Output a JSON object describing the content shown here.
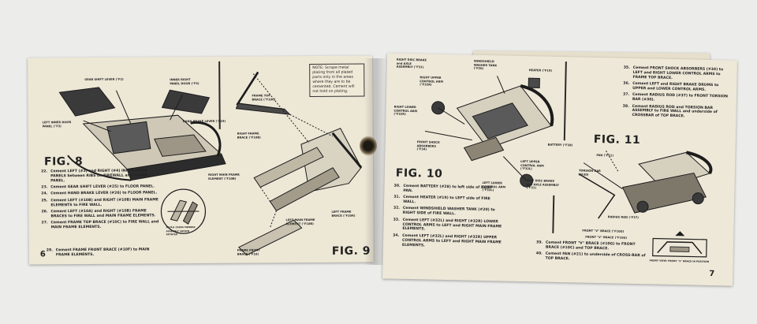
{
  "left_page": {
    "page_number": "6",
    "figures": {
      "fig8": "FIG. 8",
      "fig9": "FIG. 9"
    },
    "note": "NOTE: Scrape metal plating from all plated parts only in the areas where they are to be cemented. Cement will not hold on plating.",
    "callouts": {
      "gear_shift_lever": "GEAR SHIFT LEVER (°F2)",
      "inner_right_door": "INNER RIGHT PANEL DOOR (°F4)",
      "left_inner_door": "LEFT INNER DOOR PANEL (°F3)",
      "hand_brake": "HAND BRAKE LEVER (°F24)",
      "frame_top_brace": "FRAME TOP BRACE (°F10C)",
      "right_frame_brace": "RIGHT FRAME BRACE (°F10B)",
      "right_main_frame": "RIGHT MAIN FRAME ELEMENT (°F10B)",
      "left_main_frame": "LEFT MAIN FRAME ELEMENT (°F10B)",
      "left_frame_brace": "LEFT FRAME BRACE (°F10A)",
      "frame_front_brace": "FRAME FRONT BRACE (°F10)",
      "inset_caption": "DETAIL CROSS MEMBER ASSEMBLY SHOWN ROTATED"
    },
    "steps": [
      {
        "n": "22.",
        "t": "Cement LEFT (#3) and RIGHT (#4) INNER-DOOR PANELS between RIBS on FIREWALL and FLOOR PANEL."
      },
      {
        "n": "23.",
        "t": "Cement GEAR SHIFT LEVER (#25) to FLOOR PANEL."
      },
      {
        "n": "24.",
        "t": "Cement HAND BRAKE LEVER (#26) to FLOOR PANEL."
      },
      {
        "n": "25.",
        "t": "Cement LEFT (#10B) and RIGHT (#10B) MAIN FRAME ELEMENTS to FIRE WALL."
      },
      {
        "n": "26.",
        "t": "Cement LEFT (#10A) and RIGHT (#10B) FRAME BRACES to FIRE WALL and MAIN FRAME ELEMENTS."
      },
      {
        "n": "27.",
        "t": "Cement FRAME TOP BRACE (#10C) to FIRE WALL and MAIN FRAME ELEMENTS."
      }
    ],
    "step_28": {
      "n": "28.",
      "t": "Cement FRAME FRONT BRACE (#10F) to MAIN FRAME ELEMENTS."
    }
  },
  "right_page": {
    "page_number": "7",
    "figures": {
      "fig10": "FIG. 10",
      "fig11": "FIG. 11"
    },
    "callouts": {
      "right_disc": "RIGHT DISC BRAKE and AXLE ASSEMBLY (°F31)",
      "windshield_tank": "WINDSHIELD WASHER TANK (°F20)",
      "heater": "HEATER (°F19)",
      "right_upper_arm": "RIGHT UPPER CONTROL ARM (°F32R)",
      "right_lower_arm": "RIGHT LOWER CONTROL ARM (°F32R)",
      "front_shock": "FRONT SHOCK ABSORBERS (°F34)",
      "battery": "BATTERY (°F28)",
      "left_upper_arm": "LEFT UPPER CONTROL ARM (°F32L)",
      "left_lower_arm": "LEFT LOWER CONTROL ARM (°F32L)",
      "left_disc": "LEFT DISC BRAKE and AXLE ASSEMBLY (°F31)",
      "fan": "FAN (°F21)",
      "torsion_bar": "TORSION BAR (°F30)",
      "radius_rod": "RADIUS ROD (°F37)",
      "front_v_brace_a": "FRONT \"V\" BRACE (°F10G)",
      "front_v_brace_b": "FRONT \"V\" BRACE (°F10G)",
      "front_view": "FRONT VIEW: FRONT \"V\" BRACE IN POSITION"
    },
    "steps_left": [
      {
        "n": "30.",
        "t": "Cement BATTERY (#28) to left side of BODY PAN."
      },
      {
        "n": "31.",
        "t": "Cement HEATER (#19) to LEFT side of FIRE WALL."
      },
      {
        "n": "32.",
        "t": "Cement WINDSHIELD WASHER TANK (#20) to RIGHT SIDE of FIRE WALL."
      },
      {
        "n": "33.",
        "t": "Cement LEFT (#32L) and RIGHT (#32R) LOWER CONTROL ARMS to LEFT and RIGHT MAIN FRAME ELEMENTS."
      },
      {
        "n": "34.",
        "t": "Cement LEFT (#32L) and RIGHT (#32R) UPPER CONTROL ARMS to LEFT and RIGHT MAIN FRAME ELEMENTS."
      }
    ],
    "steps_right": [
      {
        "n": "35.",
        "t": "Cement FRONT SHOCK ABSORBERS (#34) to LEFT and RIGHT LOWER CONTROL ARMS to FRAME TOP BRACE."
      },
      {
        "n": "36.",
        "t": "Cement LEFT and RIGHT BRAKE DRUMS to UPPER and LOWER CONTROL ARMS."
      },
      {
        "n": "37.",
        "t": "Cement RADIUS ROD (#37) to FRONT TORSION BAR (#30)."
      },
      {
        "n": "38.",
        "t": "Cement RADIUS ROD and TORSION BAR ASSEMBLY to FIRE WALL and underside of CROSSBAR of TOP BRACE."
      }
    ],
    "steps_bottom": [
      {
        "n": "39.",
        "t": "Cement FRONT \"V\" BRACE (#10G) to FRONT BRACE (#10C) and TOP BRACE."
      },
      {
        "n": "40.",
        "t": "Cement FAN (#21) to underside of CROSS-BAR of TOP BRACE."
      }
    ]
  }
}
